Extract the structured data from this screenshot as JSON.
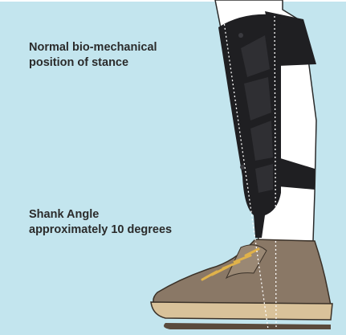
{
  "labels": {
    "stance": {
      "line1": "Normal bio-mechanical",
      "line2": "position of stance"
    },
    "angle": {
      "line1": "Shank Angle",
      "line2": "approximately 10 degrees"
    }
  },
  "colors": {
    "background": "#c3e5ee",
    "brace": "#1f1f22",
    "shoe_upper": "#8a7866",
    "shoe_sole": "#d9c29a",
    "laces": "#e0b24a",
    "text": "#2b2b2b"
  }
}
